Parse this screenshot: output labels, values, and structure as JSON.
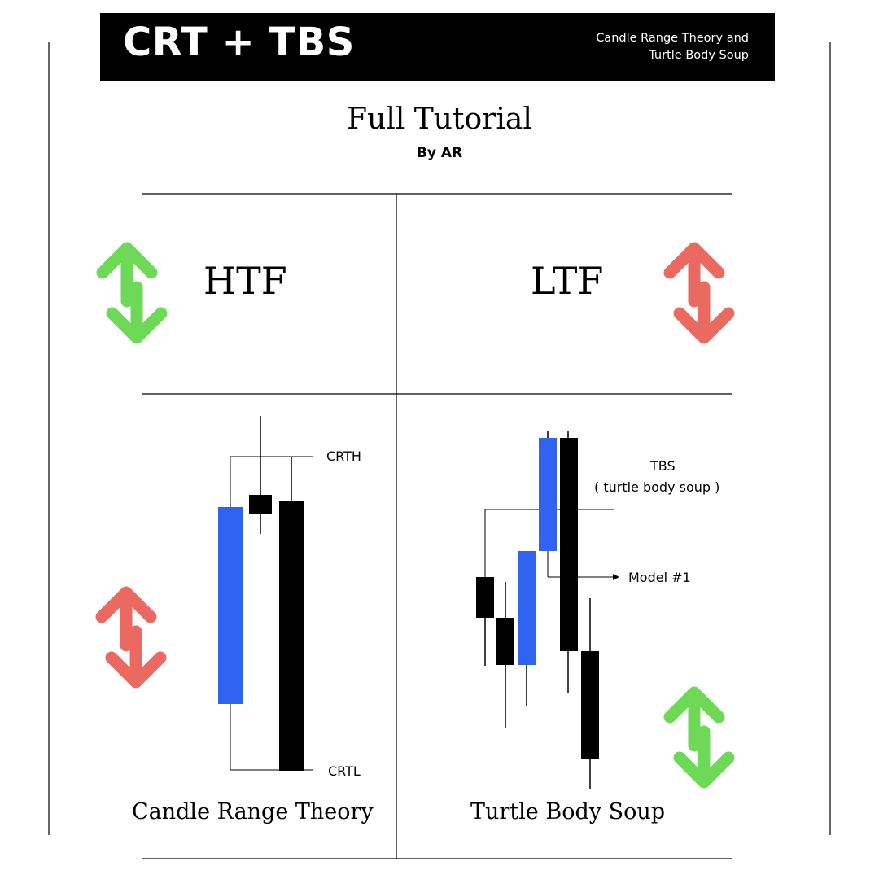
{
  "header": {
    "title": "CRT + TBS",
    "subtitle_line1": "Candle Range Theory and",
    "subtitle_line2": "Turtle Body Soup"
  },
  "main": {
    "title": "Full Tutorial",
    "author": "By AR"
  },
  "panels": {
    "htf_label": "HTF",
    "ltf_label": "LTF",
    "crt": {
      "high_label": "CRTH",
      "low_label": "CRTL",
      "caption": "Candle Range Theory"
    },
    "tbs": {
      "tbs_label": "TBS",
      "tbs_sublabel": "( turtle body soup )",
      "model_label": "Model #1",
      "caption": "Turtle Body Soup"
    }
  },
  "icons": {
    "htf_arrows": "up-down-arrows-icon",
    "ltf_arrows": "up-down-arrows-icon",
    "crt_arrows": "up-down-arrows-icon",
    "tbs_arrows": "up-down-arrows-icon"
  },
  "colors": {
    "bullish_candle": "#2f63f0",
    "bearish_candle": "#000000",
    "green_arrow": "#6ed957",
    "red_arrow": "#ea6a61",
    "header_bg": "#000000"
  }
}
